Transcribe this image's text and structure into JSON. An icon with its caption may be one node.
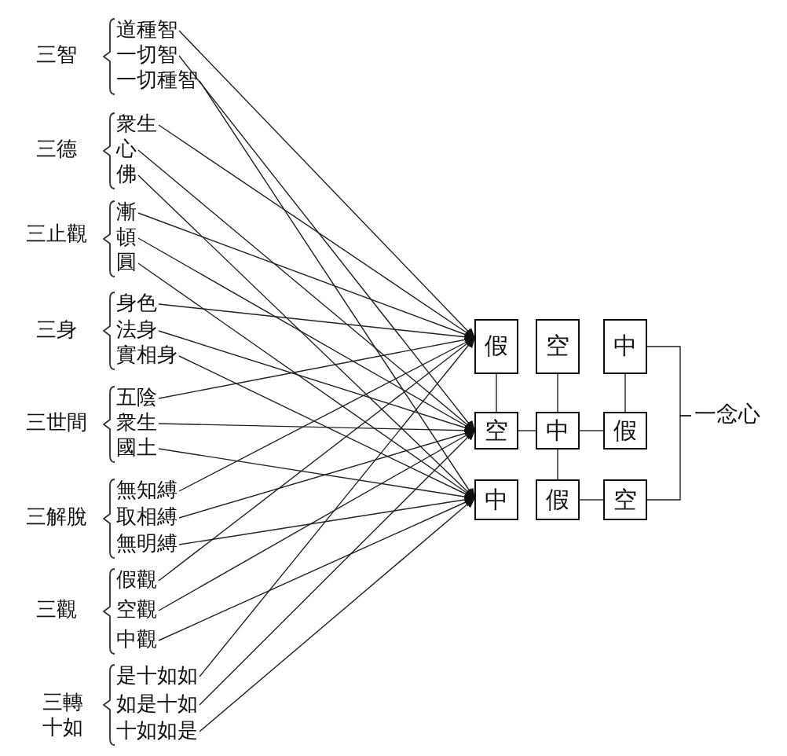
{
  "diagram": {
    "nodes": [
      {
        "text": [
          "道種智"
        ]
      },
      {
        "text": [
          "一切智"
        ]
      },
      {
        "text": [
          "一切種智"
        ]
      },
      {
        "text": [
          "衆生"
        ]
      },
      {
        "text": [
          "心"
        ]
      },
      {
        "text": [
          "佛"
        ]
      },
      {
        "text": [
          "漸"
        ]
      },
      {
        "text": [
          "頓"
        ]
      },
      {
        "text": [
          "圓"
        ]
      },
      {
        "text": [
          "身色"
        ]
      },
      {
        "text": [
          "法身"
        ]
      },
      {
        "text": [
          "實相身"
        ]
      },
      {
        "text": [
          "五陰"
        ]
      },
      {
        "text": [
          "衆生"
        ]
      },
      {
        "text": [
          "國土"
        ]
      },
      {
        "text": [
          "無知縛"
        ]
      },
      {
        "text": [
          "取相縛"
        ]
      },
      {
        "text": [
          "無明縛"
        ]
      },
      {
        "text": [
          "假觀"
        ]
      },
      {
        "text": [
          "空觀"
        ]
      },
      {
        "text": [
          "中觀"
        ]
      },
      {
        "text": [
          "是十如如"
        ]
      },
      {
        "text": [
          "如是十如"
        ]
      },
      {
        "text": [
          "十如如是"
        ]
      },
      {
        "text": [
          "假"
        ]
      },
      {
        "text": [
          "空"
        ]
      },
      {
        "text": [
          "中"
        ]
      },
      {
        "text": [
          "空"
        ]
      },
      {
        "text": [
          "中"
        ]
      },
      {
        "text": [
          "假"
        ]
      },
      {
        "text": [
          "中"
        ]
      },
      {
        "text": [
          "假"
        ]
      },
      {
        "text": [
          "空"
        ]
      },
      {
        "text": [
          "一念心"
        ]
      }
    ],
    "edges": [
      {
        "from": 0,
        "to": 24,
        "arrow": "to"
      },
      {
        "from": 1,
        "to": 27,
        "arrow": "to"
      },
      {
        "from": 2,
        "to": 30,
        "arrow": "to"
      },
      {
        "from": 3,
        "to": 24,
        "arrow": "to"
      },
      {
        "from": 4,
        "to": 27,
        "arrow": "to"
      },
      {
        "from": 5,
        "to": 30,
        "arrow": "to"
      },
      {
        "from": 6,
        "to": 24,
        "arrow": "to"
      },
      {
        "from": 7,
        "to": 27,
        "arrow": "to"
      },
      {
        "from": 8,
        "to": 30,
        "arrow": "to"
      },
      {
        "from": 9,
        "to": 24,
        "arrow": "to"
      },
      {
        "from": 10,
        "to": 27,
        "arrow": "to"
      },
      {
        "from": 11,
        "to": 30,
        "arrow": "to"
      },
      {
        "from": 12,
        "to": 24,
        "arrow": "to"
      },
      {
        "from": 13,
        "to": 27,
        "arrow": "to"
      },
      {
        "from": 14,
        "to": 30,
        "arrow": "to"
      },
      {
        "from": 15,
        "to": 24,
        "arrow": "to"
      },
      {
        "from": 16,
        "to": 27,
        "arrow": "to"
      },
      {
        "from": 17,
        "to": 30,
        "arrow": "to"
      },
      {
        "from": 18,
        "to": 24,
        "arrow": "to"
      },
      {
        "from": 19,
        "to": 27,
        "arrow": "to"
      },
      {
        "from": 20,
        "to": 30,
        "arrow": "to"
      },
      {
        "from": 21,
        "to": 24,
        "arrow": "to"
      },
      {
        "from": 22,
        "to": 27,
        "arrow": "to"
      },
      {
        "from": 23,
        "to": 30,
        "arrow": "to"
      },
      {
        "from": 24,
        "to": 27,
        "arrow": "none"
      },
      {
        "from": 25,
        "to": 28,
        "arrow": "none"
      },
      {
        "from": 26,
        "to": 29,
        "arrow": "none"
      },
      {
        "from": 27,
        "to": 28,
        "arrow": "none"
      },
      {
        "from": 28,
        "to": 29,
        "arrow": "none"
      },
      {
        "from": 28,
        "to": 31,
        "arrow": "none"
      },
      {
        "from": 31,
        "to": 32,
        "arrow": "none"
      },
      {
        "from": 26,
        "to": 33,
        "arrow": "none"
      },
      {
        "from": 32,
        "to": 33,
        "arrow": "none"
      }
    ],
    "labels": [
      "三智",
      "三德",
      "三止觀",
      "三身",
      "三世間",
      "三解脫",
      "三觀",
      "三轉十如"
    ]
  }
}
